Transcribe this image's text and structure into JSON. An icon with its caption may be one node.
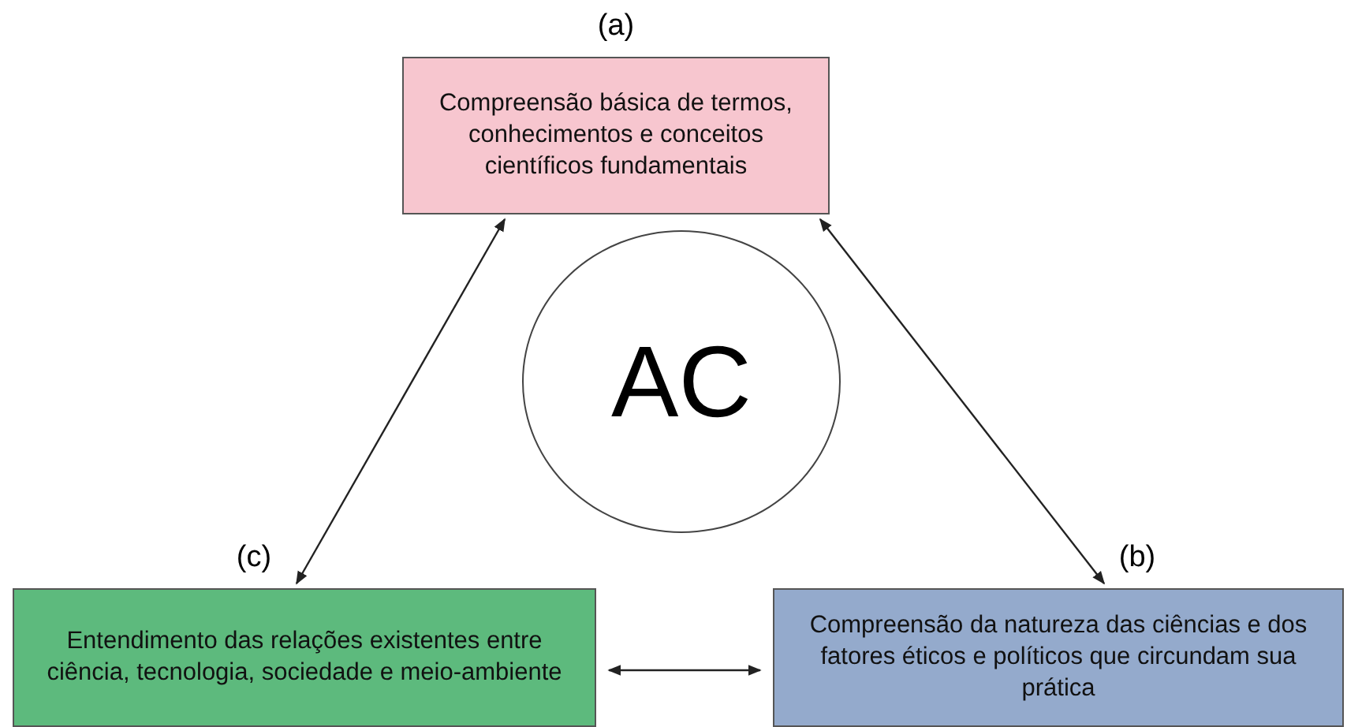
{
  "diagram": {
    "nodes": [
      {
        "text": [
          "(a)",
          "Compreensão básica de termos, conhecimentos e conceitos científicos fundamentais"
        ]
      },
      {
        "text": [
          "AC"
        ]
      },
      {
        "text": [
          "(c)",
          "Entendimento das relações existentes entre ciência, tecnologia, sociedade e meio-ambiente"
        ]
      },
      {
        "text": [
          "(b)",
          "Compreensão da natureza das ciências e dos fatores éticos e políticos que circundam sua prática"
        ]
      }
    ],
    "edges": [
      {
        "from": 0,
        "to": 2,
        "arrow": "both"
      },
      {
        "from": 0,
        "to": 3,
        "arrow": "both"
      },
      {
        "from": 2,
        "to": 3,
        "arrow": "both"
      }
    ]
  }
}
